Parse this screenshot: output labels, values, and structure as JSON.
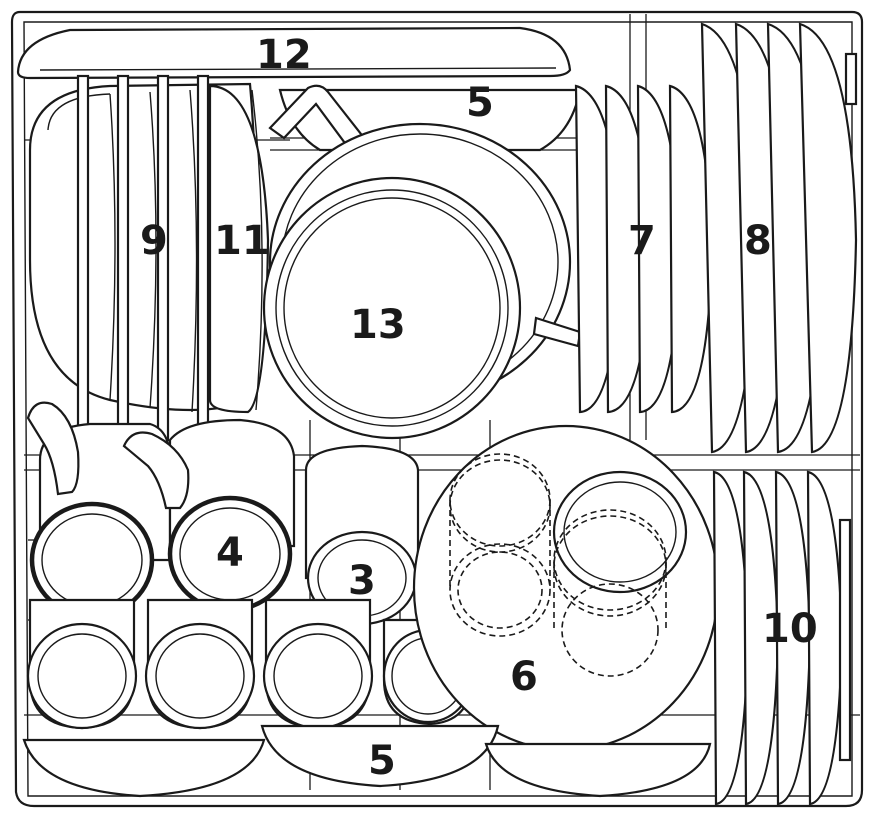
{
  "labels": {
    "l1": "12",
    "l2": "5",
    "l3": "9",
    "l4": "11",
    "l5": "13",
    "l6": "7",
    "l7": "8",
    "l8": "4",
    "l9": "3",
    "l10": "10",
    "l11": "6",
    "l12": "5"
  }
}
